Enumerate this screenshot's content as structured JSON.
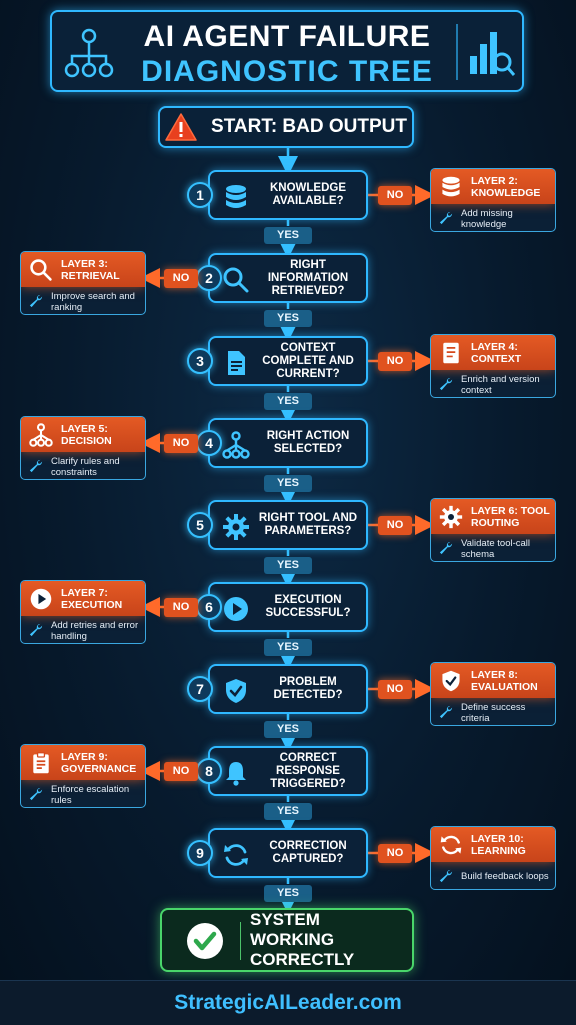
{
  "header": {
    "title_line1": "AI AGENT FAILURE",
    "title_line2": "DIAGNOSTIC TREE",
    "left_icon": "hierarchy-tree-icon",
    "right_icon": "chart-magnifier-icon"
  },
  "start": {
    "label": "START: BAD OUTPUT",
    "icon": "warning-icon"
  },
  "steps": [
    {
      "num": "1",
      "question": "KNOWLEDGE AVAILABLE?",
      "icon": "database-icon",
      "yes": "YES",
      "no": "NO",
      "layer": {
        "title": "LAYER 2: KNOWLEDGE",
        "icon": "database-icon",
        "action": "Add missing knowledge"
      }
    },
    {
      "num": "2",
      "question": "RIGHT INFORMATION RETRIEVED?",
      "icon": "search-icon",
      "yes": "YES",
      "no": "NO",
      "layer": {
        "title": "LAYER 3: RETRIEVAL",
        "icon": "search-icon",
        "action": "Improve search and ranking"
      }
    },
    {
      "num": "3",
      "question": "CONTEXT COMPLETE AND CURRENT?",
      "icon": "document-icon",
      "yes": "YES",
      "no": "NO",
      "layer": {
        "title": "LAYER 4: CONTEXT",
        "icon": "document-list-icon",
        "action": "Enrich and version context"
      }
    },
    {
      "num": "4",
      "question": "RIGHT ACTION SELECTED?",
      "icon": "decision-branch-icon",
      "yes": "YES",
      "no": "NO",
      "layer": {
        "title": "LAYER 5: DECISION",
        "icon": "decision-branch-icon",
        "action": "Clarify rules and constraints"
      }
    },
    {
      "num": "5",
      "question": "RIGHT TOOL AND PARAMETERS?",
      "icon": "gear-icon",
      "yes": "YES",
      "no": "NO",
      "layer": {
        "title": "LAYER 6: TOOL ROUTING",
        "icon": "gear-icon",
        "action": "Validate tool-call schema"
      }
    },
    {
      "num": "6",
      "question": "EXECUTION SUCCESSFUL?",
      "icon": "play-icon",
      "yes": "YES",
      "no": "NO",
      "layer": {
        "title": "LAYER 7: EXECUTION",
        "icon": "play-icon",
        "action": "Add retries and error handling"
      }
    },
    {
      "num": "7",
      "question": "PROBLEM DETECTED?",
      "icon": "shield-check-icon",
      "yes": "YES",
      "no": "NO",
      "layer": {
        "title": "LAYER 8: EVALUATION",
        "icon": "shield-check-icon",
        "action": "Define success criteria"
      }
    },
    {
      "num": "8",
      "question": "CORRECT RESPONSE TRIGGERED?",
      "icon": "bell-icon",
      "yes": "YES",
      "no": "NO",
      "layer": {
        "title": "LAYER 9: GOVERNANCE",
        "icon": "clipboard-icon",
        "action": "Enforce escalation rules"
      }
    },
    {
      "num": "9",
      "question": "CORRECTION CAPTURED?",
      "icon": "refresh-icon",
      "yes": "YES",
      "no": "NO",
      "layer": {
        "title": "LAYER 10: LEARNING",
        "icon": "refresh-icon",
        "action": "Build feedback loops"
      }
    }
  ],
  "final": {
    "label": "SYSTEM WORKING CORRECTLY",
    "icon": "check-circle-icon"
  },
  "footer": {
    "site": "StrategicAILeader.com"
  },
  "colors": {
    "accent": "#2fb8ff",
    "warning": "#e0521f",
    "success": "#49d66a",
    "background": "#071a2d"
  }
}
